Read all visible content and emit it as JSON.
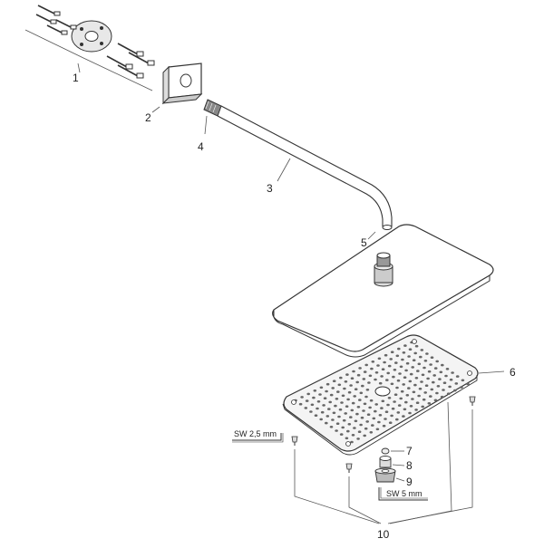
{
  "callouts": {
    "c1": "1",
    "c2": "2",
    "c3": "3",
    "c4": "4",
    "c5": "5",
    "c6": "6",
    "c7": "7",
    "c8": "8",
    "c9": "9",
    "c10": "10"
  },
  "tool_labels": {
    "small_key": "SW 2,5 mm",
    "large_key": "SW 5 mm"
  }
}
